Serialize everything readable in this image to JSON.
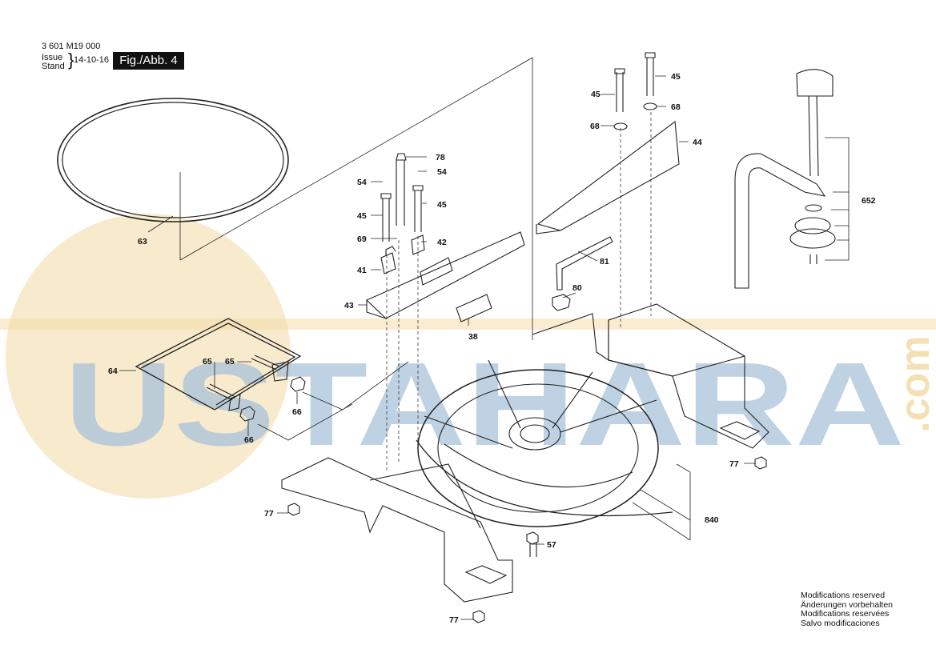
{
  "header": {
    "doc_number": "3 601 M19 000",
    "issue_label": "Issue",
    "stand_label": "Stand",
    "issue_date": "14-10-16",
    "figure_label": "Fig./Abb. 4"
  },
  "watermark": {
    "text": "USTAHARA",
    "suffix": ".com",
    "color_blue": "#a9c3db",
    "color_orange": "#f3d9a4"
  },
  "parts": {
    "p63": "63",
    "p78": "78",
    "p54a": "54",
    "p54b": "54",
    "p45a": "45",
    "p45b": "45",
    "p45c": "45",
    "p45d": "45",
    "p69": "69",
    "p42": "42",
    "p41": "41",
    "p43": "43",
    "p38": "38",
    "p68a": "68",
    "p68b": "68",
    "p44": "44",
    "p81": "81",
    "p80": "80",
    "p652": "652",
    "p64": "64",
    "p65a": "65",
    "p65b": "65",
    "p66a": "66",
    "p66b": "66",
    "p77a": "77",
    "p77b": "77",
    "p77c": "77",
    "p840": "840",
    "p57": "57"
  },
  "notice": {
    "line1": "Modifications reserved",
    "line2": "Änderungen vorbehalten",
    "line3": "Modifications reservées",
    "line4": "Salvo modificaciones"
  }
}
